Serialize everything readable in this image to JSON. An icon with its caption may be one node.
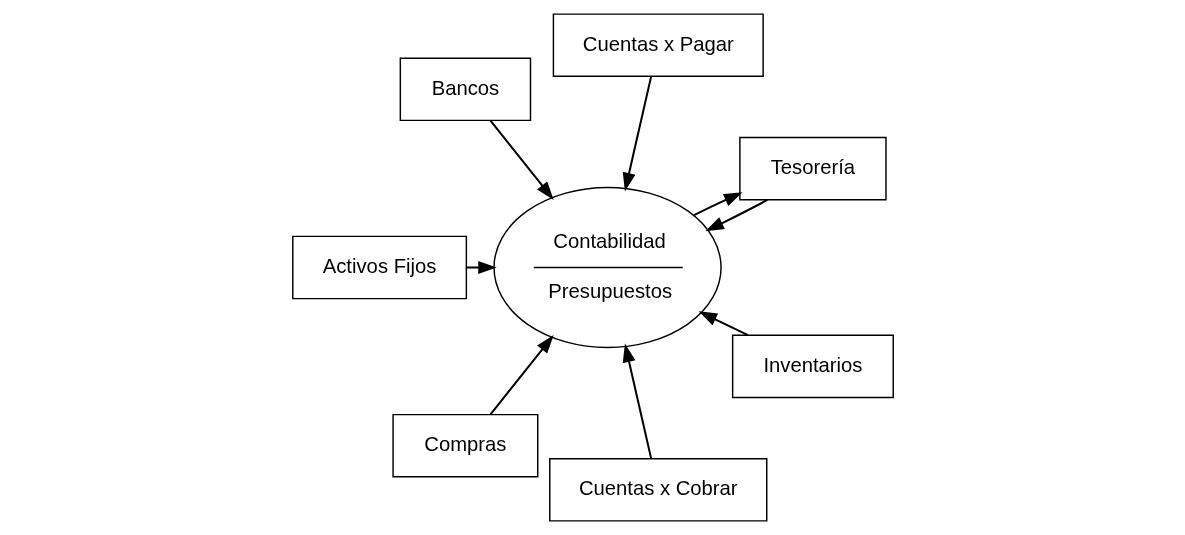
{
  "diagram": {
    "nodes": [
      {
        "text": [
          "Cuentas x Pagar"
        ]
      },
      {
        "text": [
          "Tesorería"
        ]
      },
      {
        "text": [
          "Contabilidad",
          "Presupuestos"
        ]
      },
      {
        "text": [
          "Bancos"
        ]
      },
      {
        "text": [
          "Activos Fijos"
        ]
      },
      {
        "text": [
          "Compras"
        ]
      },
      {
        "text": [
          "Cuentas x Cobrar"
        ]
      },
      {
        "text": [
          "Inventarios"
        ]
      }
    ],
    "edges": [
      {
        "from": 0,
        "to": 2,
        "arrow": "to"
      },
      {
        "from": 2,
        "to": 1,
        "arrow": "to"
      },
      {
        "from": 1,
        "to": 2,
        "arrow": "to"
      },
      {
        "from": 3,
        "to": 2,
        "arrow": "to"
      },
      {
        "from": 4,
        "to": 2,
        "arrow": "to"
      },
      {
        "from": 5,
        "to": 2,
        "arrow": "to"
      },
      {
        "from": 6,
        "to": 2,
        "arrow": "to"
      },
      {
        "from": 7,
        "to": 2,
        "arrow": "to"
      }
    ]
  }
}
